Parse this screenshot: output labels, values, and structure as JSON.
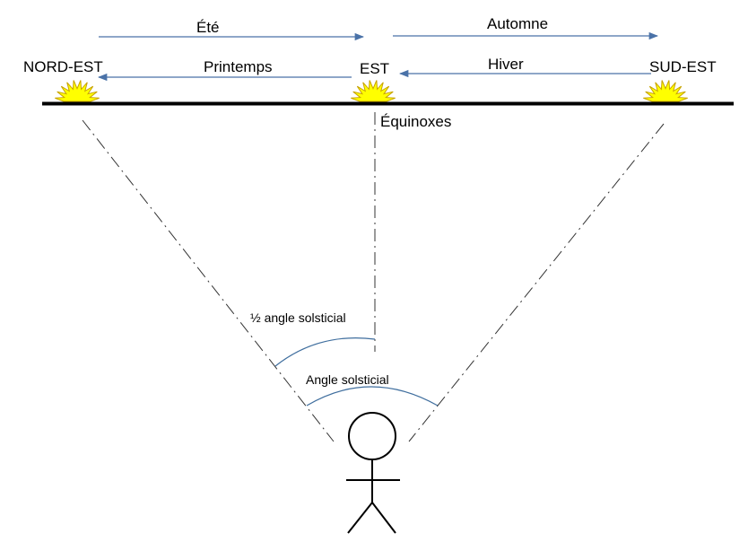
{
  "labels": {
    "nord_est": "NORD-EST",
    "est": "EST",
    "sud_est": "SUD-EST",
    "ete": "Été",
    "automne": "Automne",
    "printemps": "Printemps",
    "hiver": "Hiver",
    "equinoxes": "Équinoxes",
    "half_angle": "½ angle solsticial",
    "angle": "Angle solsticial"
  },
  "colors": {
    "arrow": "#4a72a8",
    "arc": "#3f6e9e",
    "sun_fill": "#ffff00",
    "sun_stroke": "#c8a400",
    "horizon": "#000000",
    "sightline": "#333333"
  },
  "icons": {
    "sun": "sun-icon",
    "person": "person-icon"
  }
}
